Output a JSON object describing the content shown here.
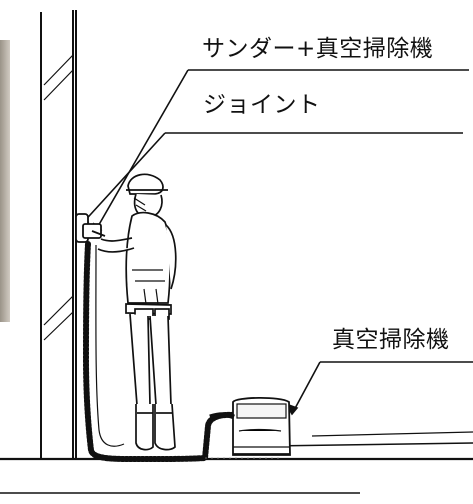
{
  "labels": {
    "sander_vacuum": "サンダー+真空掃除機",
    "joint": "ジョイント",
    "vacuum_cleaner": "真空掃除機"
  },
  "colors": {
    "line": "#111111",
    "photo_edge": "#b9b2a8",
    "gray_fill": "#d9d9d9"
  },
  "icons": {
    "worker": "worker-with-helmet-icon",
    "sander": "hand-sander-icon",
    "vacuum": "vacuum-cleaner-icon"
  }
}
